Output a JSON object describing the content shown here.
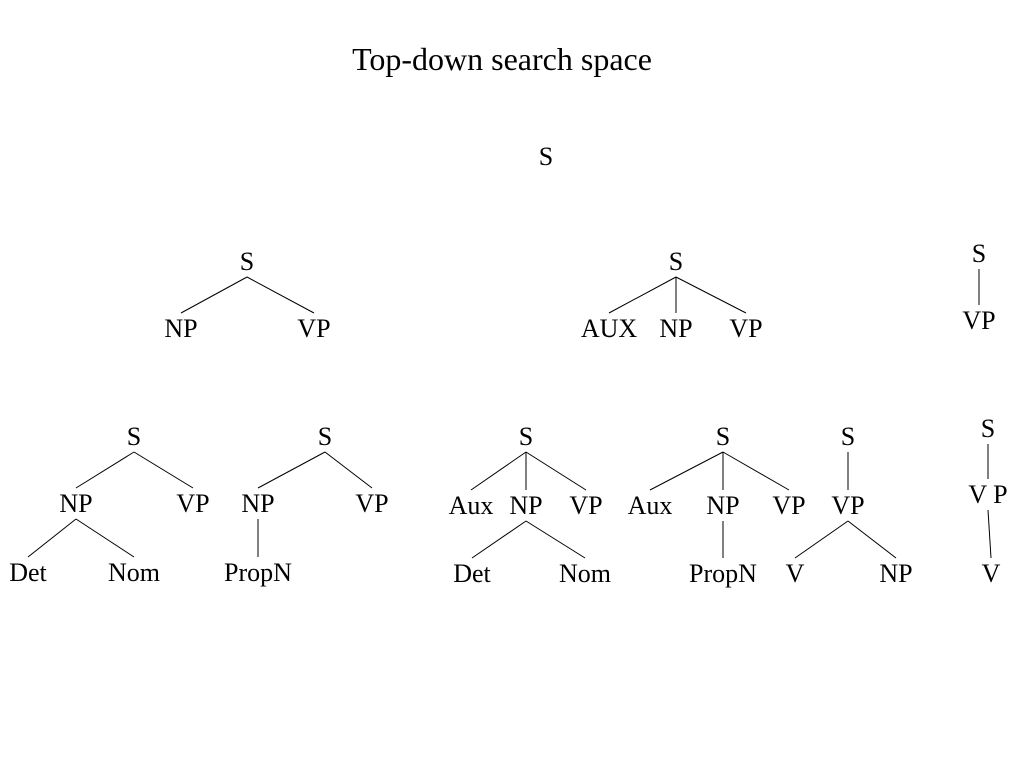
{
  "title": "Top-down search space",
  "root": {
    "label": "S"
  },
  "trees": [
    {
      "id": "level1-np-vp",
      "nodes": [
        {
          "id": "s",
          "label": "S"
        },
        {
          "id": "np",
          "label": "NP"
        },
        {
          "id": "vp",
          "label": "VP"
        }
      ],
      "edges": [
        [
          "s",
          "np"
        ],
        [
          "s",
          "vp"
        ]
      ]
    },
    {
      "id": "level1-aux-np-vp",
      "nodes": [
        {
          "id": "s",
          "label": "S"
        },
        {
          "id": "aux",
          "label": "AUX"
        },
        {
          "id": "np",
          "label": "NP"
        },
        {
          "id": "vp",
          "label": "VP"
        }
      ],
      "edges": [
        [
          "s",
          "aux"
        ],
        [
          "s",
          "np"
        ],
        [
          "s",
          "vp"
        ]
      ]
    },
    {
      "id": "level1-vp",
      "nodes": [
        {
          "id": "s",
          "label": "S"
        },
        {
          "id": "vp",
          "label": "VP"
        }
      ],
      "edges": [
        [
          "s",
          "vp"
        ]
      ]
    },
    {
      "id": "level2-np-det-nom",
      "nodes": [
        {
          "id": "s",
          "label": "S"
        },
        {
          "id": "np",
          "label": "NP"
        },
        {
          "id": "vp",
          "label": "VP"
        },
        {
          "id": "det",
          "label": "Det"
        },
        {
          "id": "nom",
          "label": "Nom"
        }
      ],
      "edges": [
        [
          "s",
          "np"
        ],
        [
          "s",
          "vp"
        ],
        [
          "np",
          "det"
        ],
        [
          "np",
          "nom"
        ]
      ]
    },
    {
      "id": "level2-np-propn",
      "nodes": [
        {
          "id": "s",
          "label": "S"
        },
        {
          "id": "np",
          "label": "NP"
        },
        {
          "id": "vp",
          "label": "VP"
        },
        {
          "id": "propn",
          "label": "PropN"
        }
      ],
      "edges": [
        [
          "s",
          "np"
        ],
        [
          "s",
          "vp"
        ],
        [
          "np",
          "propn"
        ]
      ]
    },
    {
      "id": "level2-aux-np-det-nom",
      "nodes": [
        {
          "id": "s",
          "label": "S"
        },
        {
          "id": "aux",
          "label": "Aux"
        },
        {
          "id": "np",
          "label": "NP"
        },
        {
          "id": "vp",
          "label": "VP"
        },
        {
          "id": "det",
          "label": "Det"
        },
        {
          "id": "nom",
          "label": "Nom"
        }
      ],
      "edges": [
        [
          "s",
          "aux"
        ],
        [
          "s",
          "np"
        ],
        [
          "s",
          "vp"
        ],
        [
          "np",
          "det"
        ],
        [
          "np",
          "nom"
        ]
      ]
    },
    {
      "id": "level2-aux-np-propn",
      "nodes": [
        {
          "id": "s",
          "label": "S"
        },
        {
          "id": "aux",
          "label": "Aux"
        },
        {
          "id": "np",
          "label": "NP"
        },
        {
          "id": "vp",
          "label": "VP"
        },
        {
          "id": "propn",
          "label": "PropN"
        }
      ],
      "edges": [
        [
          "s",
          "aux"
        ],
        [
          "s",
          "np"
        ],
        [
          "s",
          "vp"
        ],
        [
          "np",
          "propn"
        ]
      ]
    },
    {
      "id": "level2-vp-v-np",
      "nodes": [
        {
          "id": "s",
          "label": "S"
        },
        {
          "id": "vp",
          "label": "VP"
        },
        {
          "id": "v",
          "label": "V"
        },
        {
          "id": "np",
          "label": "NP"
        }
      ],
      "edges": [
        [
          "s",
          "vp"
        ],
        [
          "vp",
          "v"
        ],
        [
          "vp",
          "np"
        ]
      ]
    },
    {
      "id": "level2-vp-v",
      "nodes": [
        {
          "id": "s",
          "label": "S"
        },
        {
          "id": "vp",
          "label": "V P"
        },
        {
          "id": "v",
          "label": "V"
        }
      ],
      "edges": [
        [
          "s",
          "vp"
        ],
        [
          "vp",
          "v"
        ]
      ]
    }
  ]
}
